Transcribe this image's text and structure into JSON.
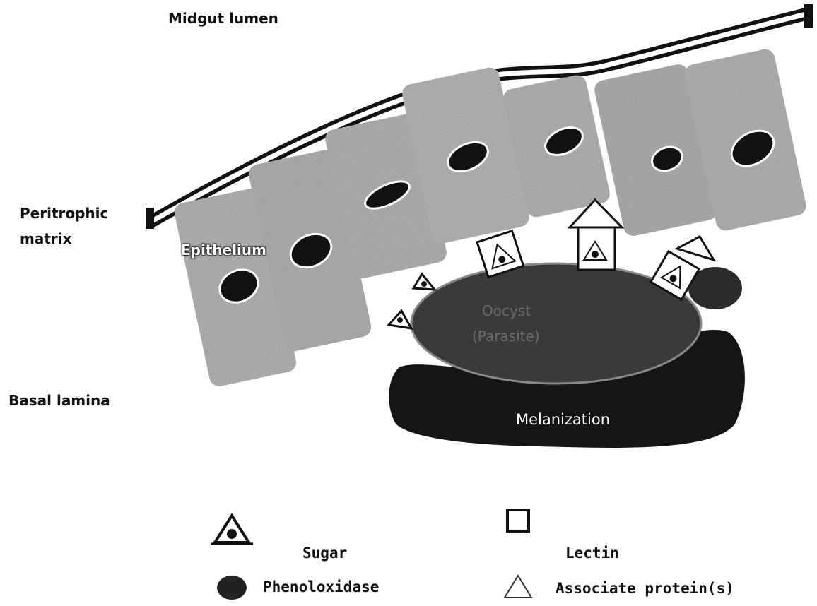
{
  "labels": {
    "midgut_lumen": "Midgut lumen",
    "peritrophic_matrix_line1": "Peritrophic",
    "peritrophic_matrix_line2": "matrix",
    "epithelium": "Epithelium",
    "basal_lamina": "Basal lamina",
    "ookinete_line1": "Oocyst",
    "ookinete_line2": "(Parasite)",
    "melanization": "Melanization"
  },
  "legend": {
    "sugar": "Sugar",
    "lectin": "Lectin",
    "phenoloxidase": "Phenoloxidase",
    "associate_protein": "Associate protein(s)"
  },
  "colors": {
    "cell_fill": "#bdbdbd",
    "nucleus": "#111111",
    "membrane": "#111111",
    "parasite": "#3a3a3a",
    "melanization": "#151515"
  },
  "icons": {
    "sugar": "triangle-with-dot",
    "lectin": "square-outline",
    "phenoloxidase": "dark-circle",
    "associate_protein": "triangle-outline"
  }
}
